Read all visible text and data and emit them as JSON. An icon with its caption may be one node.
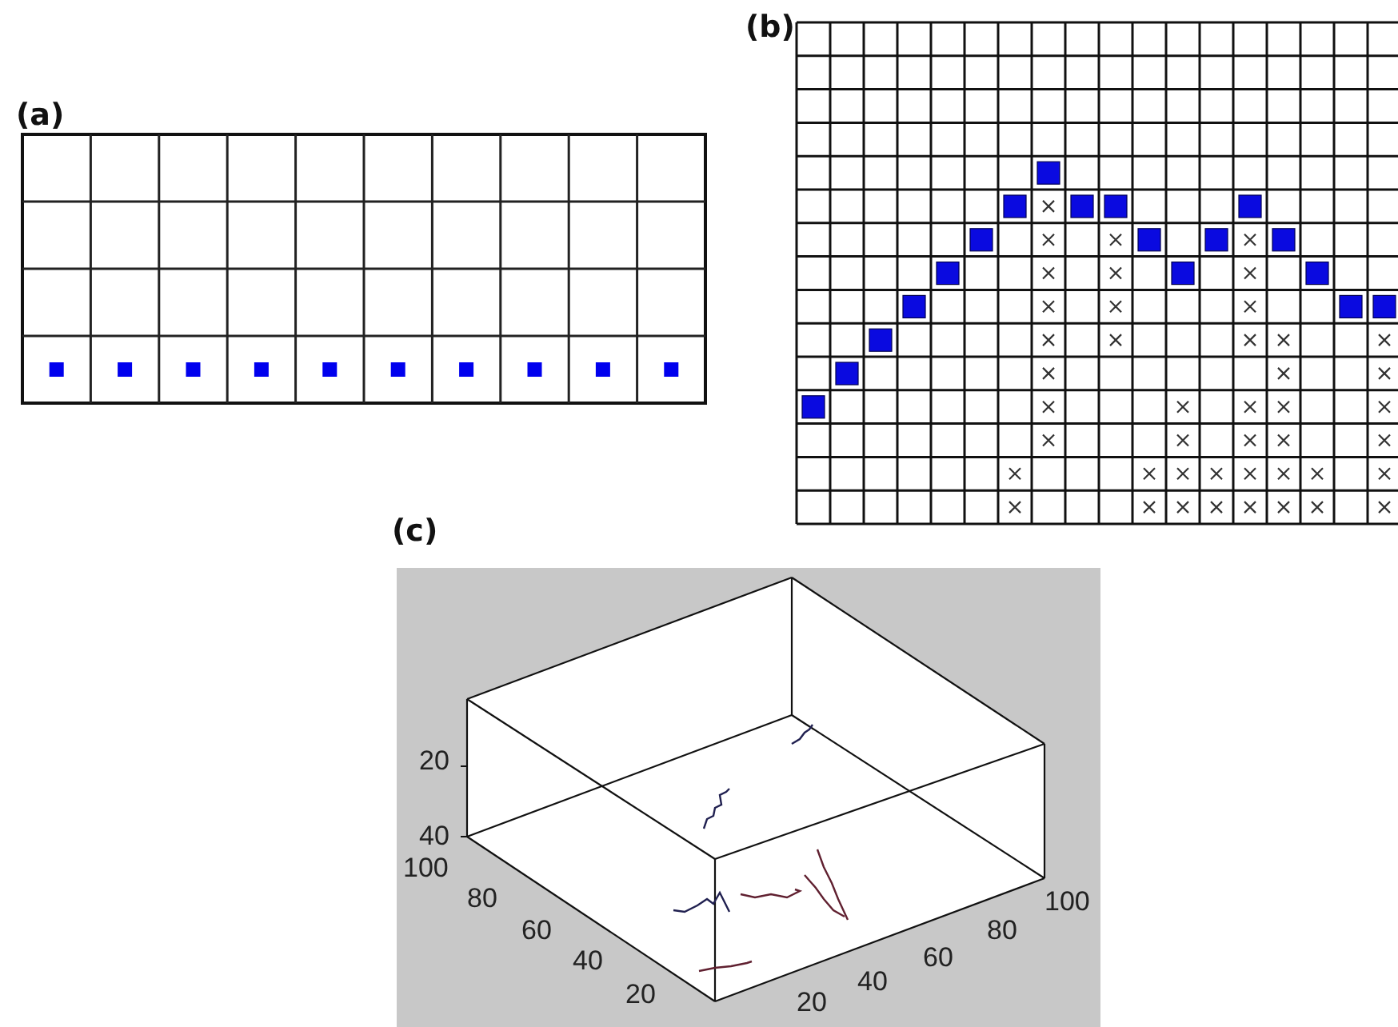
{
  "diagram": {
    "labels": [
      "(a)",
      "(b)",
      "(c)",
      "20",
      "40",
      "100",
      "80",
      "60",
      "40",
      "20",
      "20",
      "40",
      "60",
      "80",
      "100"
    ]
  }
}
